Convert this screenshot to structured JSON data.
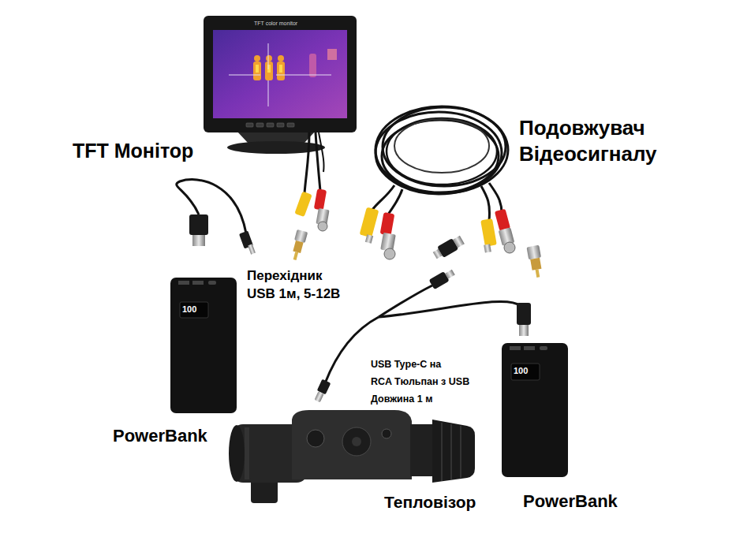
{
  "diagram": {
    "labels": [
      "TFT color monitor",
      "TFT Монітор",
      "Подовжувач Відеосигналу",
      "Перехідник USB 1м, 5-12В",
      "100",
      "PowerBank",
      "USB Type-C на RCA Тюльпан з USB Довжина 1 м",
      "100",
      "Тепловізор",
      "PowerBank"
    ]
  }
}
